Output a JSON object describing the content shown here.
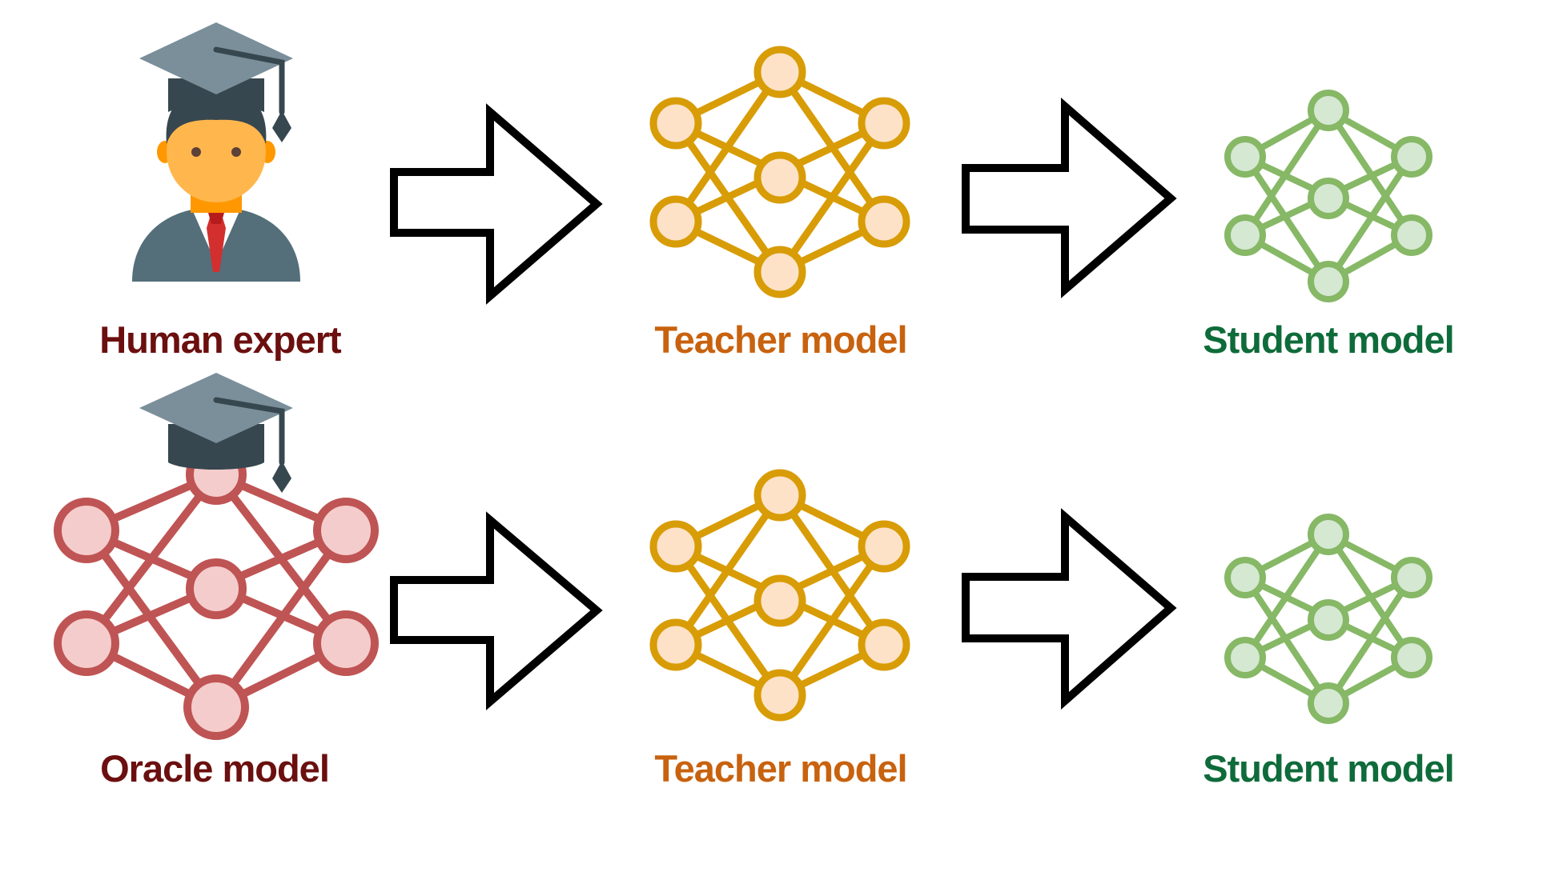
{
  "rows": [
    {
      "source_label": "Human expert",
      "source_icon": "graduate-person-icon",
      "teacher_label": "Teacher model",
      "student_label": "Student model"
    },
    {
      "source_label": "Oracle model",
      "source_icon": "graduate-neural-network-icon",
      "teacher_label": "Teacher model",
      "student_label": "Student model"
    }
  ],
  "colors": {
    "source_label": "#6b0f0f",
    "teacher_label": "#c8620e",
    "student_label": "#0e6b3a",
    "teacher_stroke": "#d89c06",
    "teacher_fill": "#fde2c8",
    "student_stroke": "#86b866",
    "student_fill": "#d5e8d2",
    "oracle_stroke": "#bf5454",
    "oracle_fill": "#f5cccc",
    "cap": "#7a8f9a",
    "cap_dark": "#37474f",
    "face": "#ffb74d",
    "suit": "#546e7a",
    "tie": "#d32f2f",
    "arrow": "#000000"
  }
}
